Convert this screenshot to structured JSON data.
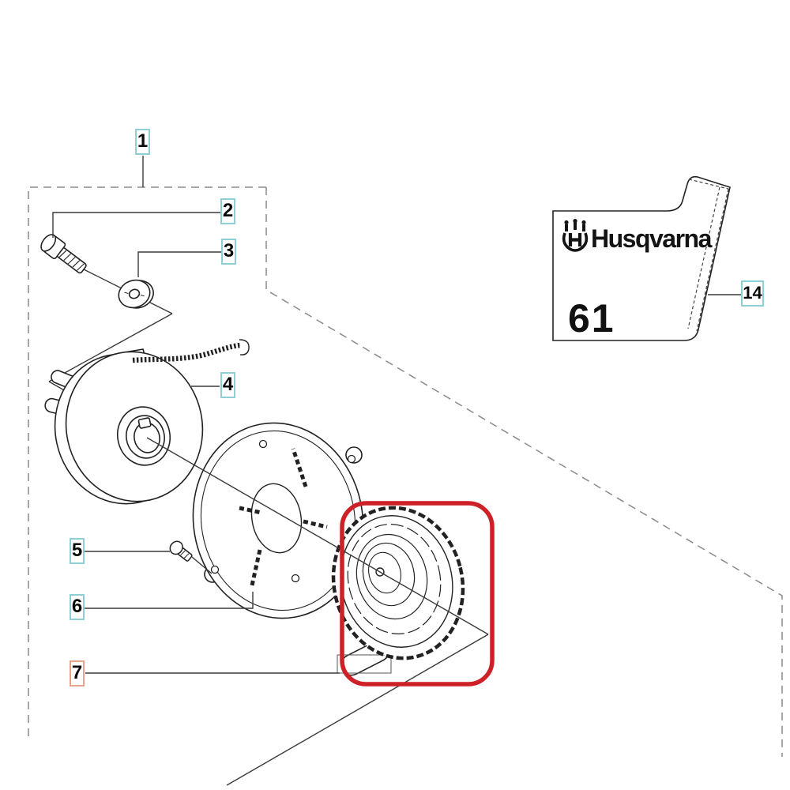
{
  "diagram": {
    "type": "exploded-parts-diagram",
    "brand_plate": {
      "name": "Husqvarna",
      "model": "61"
    },
    "callouts": [
      {
        "id": "1",
        "style": "teal"
      },
      {
        "id": "2",
        "style": "teal"
      },
      {
        "id": "3",
        "style": "teal"
      },
      {
        "id": "4",
        "style": "teal"
      },
      {
        "id": "5",
        "style": "teal"
      },
      {
        "id": "6",
        "style": "teal"
      },
      {
        "id": "7",
        "style": "orange"
      },
      {
        "id": "14",
        "style": "teal"
      }
    ],
    "highlighted_part": "7",
    "parts": [
      {
        "callout": "1",
        "name": "starter-assembly-group"
      },
      {
        "callout": "2",
        "name": "bolt"
      },
      {
        "callout": "3",
        "name": "washer"
      },
      {
        "callout": "4",
        "name": "starter-pulley-with-rope"
      },
      {
        "callout": "5",
        "name": "screw"
      },
      {
        "callout": "6",
        "name": "fan-housing-plate"
      },
      {
        "callout": "7",
        "name": "recoil-spring-pulley"
      },
      {
        "callout": "14",
        "name": "decal-label"
      }
    ],
    "colors": {
      "callout_border_teal": "#8ecfd5",
      "callout_border_orange": "#e8a38a",
      "highlight_red": "#ce2127",
      "part_line": "#222222",
      "leader_line": "#3a3a3a",
      "boundary_dash": "#8a8a8a"
    },
    "icons": [
      {
        "name": "husqvarna-crown-icon"
      }
    ]
  }
}
